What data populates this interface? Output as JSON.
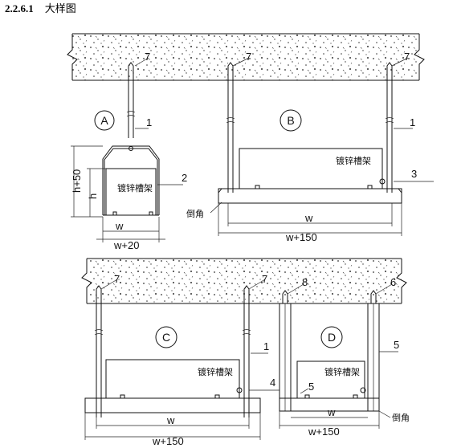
{
  "heading": {
    "number": "2.2.6.1",
    "title": "大样图"
  },
  "tray_label": "镀锌槽架",
  "chamfer_label": "倒角",
  "detail_a": {
    "marker": "A",
    "part_rod": "1",
    "part_bracket": "2",
    "part_anchor": "7",
    "dim_height_total": "h+50",
    "dim_height": "h",
    "dim_width": "w",
    "dim_width_total": "w+20"
  },
  "detail_b": {
    "marker": "B",
    "part_rod": "1",
    "part_support": "3",
    "part_anchor_left": "7",
    "part_anchor_right": "7",
    "dim_width": "w",
    "dim_width_total": "w+150"
  },
  "detail_c": {
    "marker": "C",
    "part_rod": "1",
    "part_support": "4",
    "part_anchor_left": "7",
    "part_anchor_right": "7",
    "dim_width": "w",
    "dim_width_total": "w+150"
  },
  "detail_d": {
    "marker": "D",
    "part_anchor_left": "8",
    "part_anchor_right": "6",
    "part_frame": "5",
    "part_base": "5",
    "dim_width": "w",
    "dim_width_total": "w+150"
  }
}
